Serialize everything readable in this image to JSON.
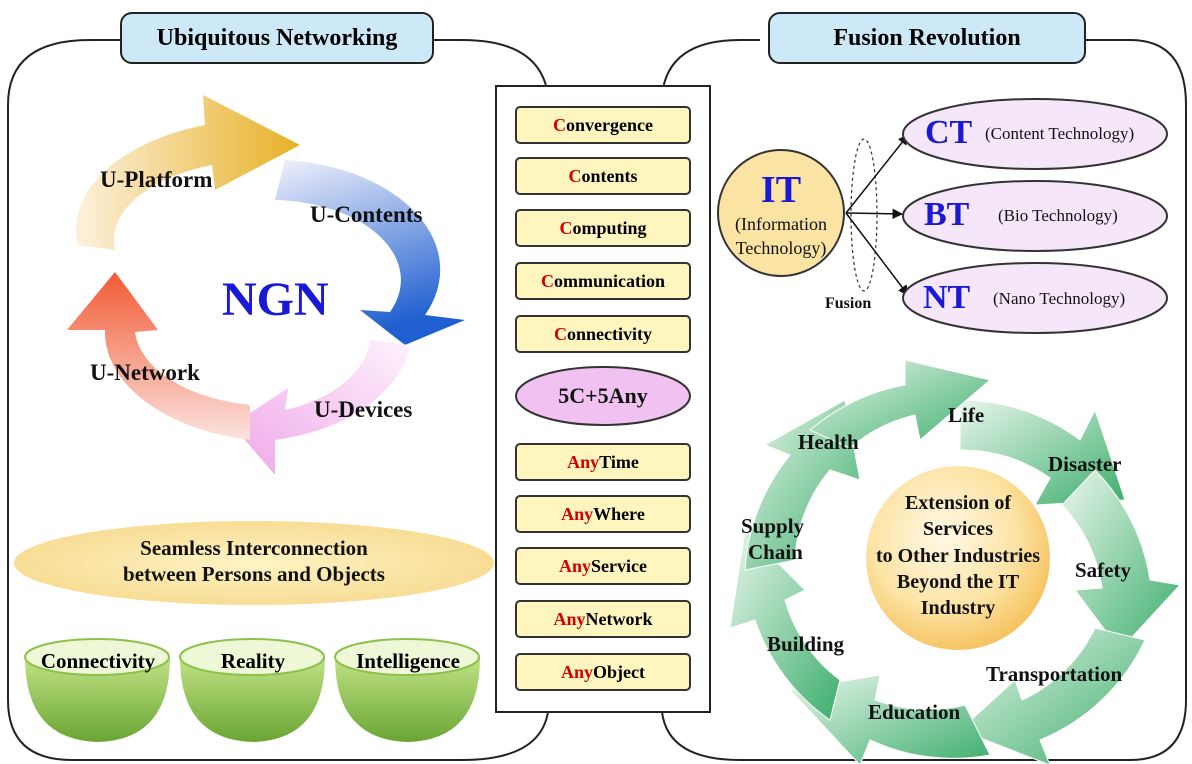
{
  "left_panel": {
    "header": "Ubiquitous Networking",
    "center": "NGN",
    "cycle": [
      "U-Platform",
      "U-Contents",
      "U-Devices",
      "U-Network"
    ],
    "seamless": [
      "Seamless Interconnection",
      "between Persons and Objects"
    ],
    "domes": [
      "Connectivity",
      "Reality",
      "Intelligence"
    ]
  },
  "center_column": {
    "c_items": [
      {
        "first": "C",
        "rest": "onvergence"
      },
      {
        "first": "C",
        "rest": "ontents"
      },
      {
        "first": "C",
        "rest": "omputing"
      },
      {
        "first": "C",
        "rest": "ommunication"
      },
      {
        "first": "C",
        "rest": "onnectivity"
      }
    ],
    "oval": "5C+5Any",
    "any_items": [
      {
        "first": "Any",
        "rest": " Time"
      },
      {
        "first": "Any",
        "rest": "Where"
      },
      {
        "first": "Any",
        "rest": " Service"
      },
      {
        "first": "Any",
        "rest": " Network"
      },
      {
        "first": "Any",
        "rest": " Object"
      }
    ]
  },
  "right_panel": {
    "header": "Fusion Revolution",
    "it": {
      "abbr": "IT",
      "line1": "(Information",
      "line2": "Technology)"
    },
    "fusion_label": "Fusion",
    "techs": [
      {
        "abbr": "CT",
        "desc": "(Content Technology)"
      },
      {
        "abbr": "BT",
        "desc": "(Bio Technology)"
      },
      {
        "abbr": "NT",
        "desc": "(Nano Technology)"
      }
    ],
    "industry_center": [
      "Extension of",
      "Services",
      "to Other Industries",
      "Beyond the IT",
      "Industry"
    ],
    "industries": {
      "life": "Life",
      "disaster": "Disaster",
      "safety": "Safety",
      "transportation": "Transportation",
      "education": "Education",
      "building": "Building",
      "supply1": "Supply",
      "supply2": "Chain",
      "health": "Health"
    }
  },
  "colors": {
    "header_fill": "#cde9f7",
    "box_fill": "#fff6bf",
    "accent_red": "#d40000",
    "ngn_blue": "#1a1ad6",
    "tech_fill": "#f6e6fa",
    "it_fill": "#fbe3a3",
    "cycle_green": "#3cae6c"
  },
  "icons": {
    "cycle_arrows": "curved-arrow-icon",
    "domes": "hemisphere-icon"
  }
}
